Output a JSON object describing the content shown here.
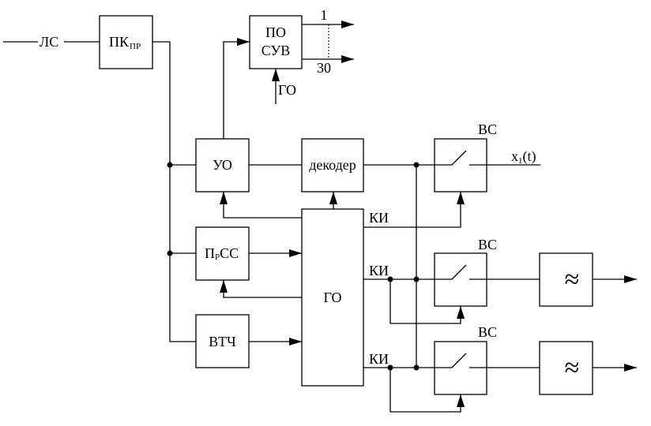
{
  "diagram": {
    "type": "block-diagram",
    "blocks": {
      "line": {
        "label": "ЛС"
      },
      "receiver_converter": {
        "label": "ПК",
        "subscript": "ПР"
      },
      "sync_decoder": {
        "line1": "ПО",
        "line2": "СУВ"
      },
      "input_device": {
        "label": "УО"
      },
      "decoder": {
        "label": "декодер"
      },
      "sync_receiver": {
        "label": "П",
        "subscript": "Р",
        "suffix": "СС"
      },
      "clock_extractor": {
        "label": "ВТЧ"
      },
      "generator": {
        "label": "ГО"
      },
      "switch_1": {
        "label": "ВС"
      },
      "switch_2": {
        "label": "ВС"
      },
      "switch_3": {
        "label": "ВС"
      },
      "filter_2": {
        "symbol": "≈"
      },
      "filter_3": {
        "symbol": "≈"
      }
    },
    "labels": {
      "output_first": "1",
      "output_last": "30",
      "go_input": "ГО",
      "ki_1": "КИ",
      "ki_2": "КИ",
      "ki_3": "КИ",
      "x1_main": "x",
      "x1_sub": "1",
      "x1_tail": "(t)"
    }
  }
}
